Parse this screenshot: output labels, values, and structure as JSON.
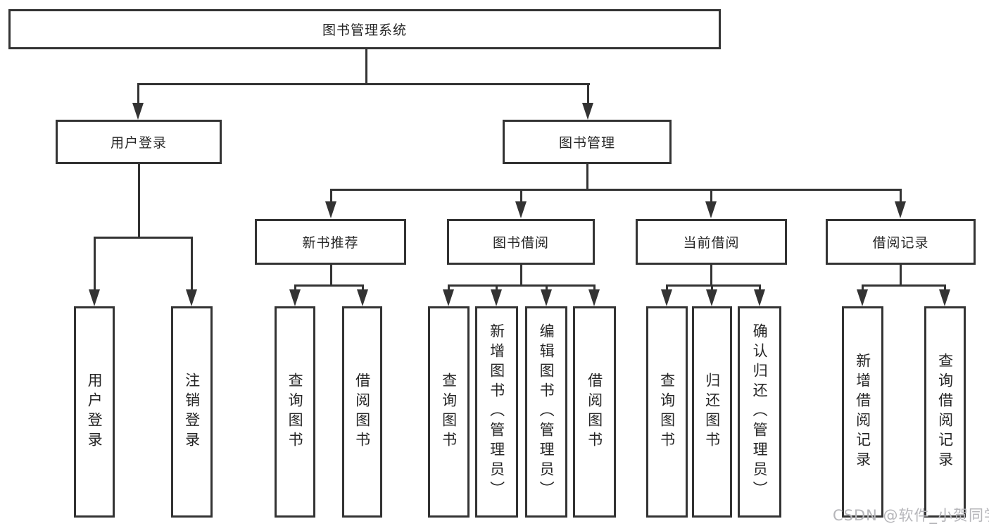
{
  "diagram": {
    "type": "hierarchy-tree",
    "nodes": {
      "root": "图书管理系统",
      "user_login": "用户登录",
      "book_management": "图书管理",
      "new_book_recommend": "新书推荐",
      "book_borrowing": "图书借阅",
      "current_borrowing": "当前借阅",
      "borrowing_records": "借阅记录",
      "leaves": {
        "user_login_group": [
          "用户登录",
          "注销登录"
        ],
        "new_book_group": [
          "查询图书",
          "借阅图书"
        ],
        "borrowing_group": [
          "查询图书",
          "新增图书（管理员）",
          "编辑图书（管理员）",
          "借阅图书"
        ],
        "current_group": [
          "查询图书",
          "归还图书",
          "确认归还（管理员）"
        ],
        "records_group": [
          "新增借阅记录",
          "查询借阅记录"
        ]
      }
    },
    "colors": {
      "line": "#333333",
      "text": "#262626",
      "watermark": "#b6b6ba",
      "background": "#ffffff"
    }
  },
  "watermark": "CSDN @软件_小贺同学"
}
